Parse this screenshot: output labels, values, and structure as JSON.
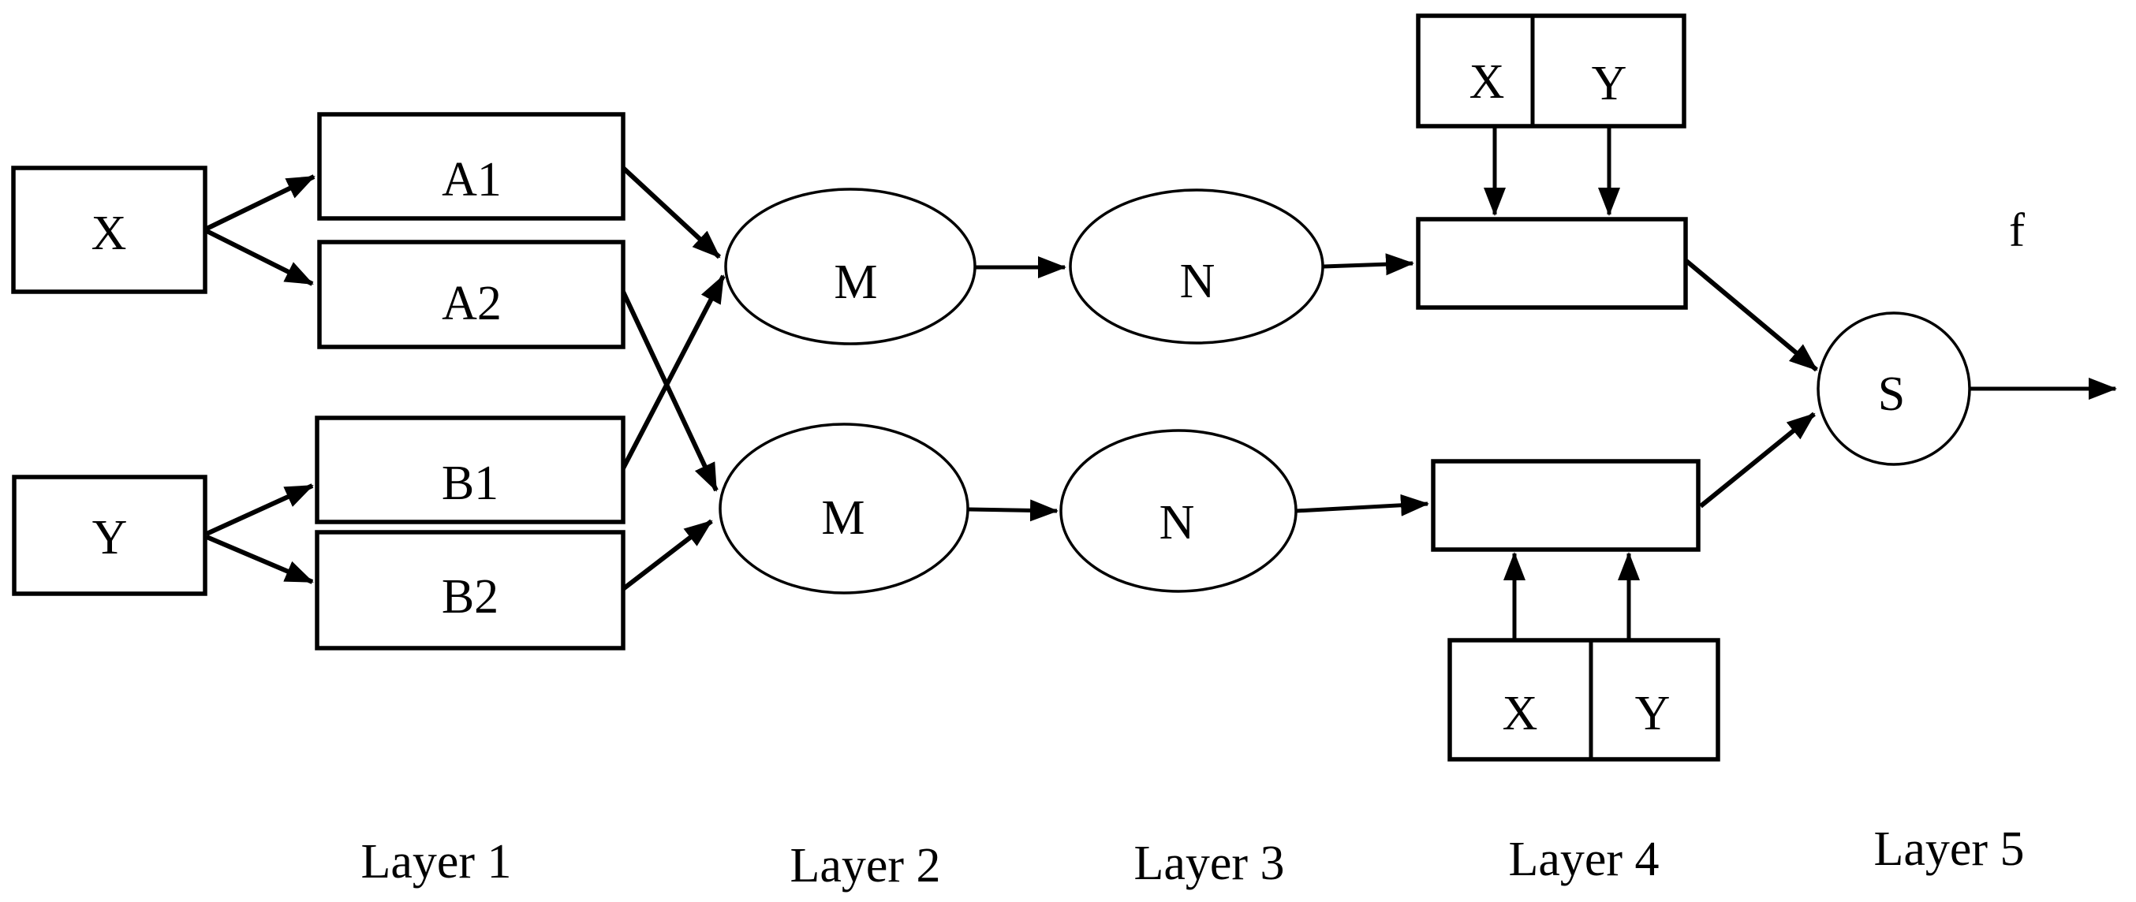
{
  "diagram": {
    "colors": {
      "stroke": "#000000",
      "background": "#ffffff"
    },
    "nodes": {
      "input_x": "X",
      "input_y": "Y",
      "a1": "A1",
      "a2": "A2",
      "b1": "B1",
      "b2": "B2",
      "m_top": "M",
      "m_bottom": "M",
      "n_top": "N",
      "n_bottom": "N",
      "cell_top_x": "X",
      "cell_top_y": "Y",
      "cell_bottom_x": "X",
      "cell_bottom_y": "Y",
      "s": "S"
    },
    "output_label": "f",
    "layers": [
      {
        "label": "Layer 1"
      },
      {
        "label": "Layer 2"
      },
      {
        "label": "Layer 3"
      },
      {
        "label": "Layer 4"
      },
      {
        "label": "Layer 5"
      }
    ]
  }
}
